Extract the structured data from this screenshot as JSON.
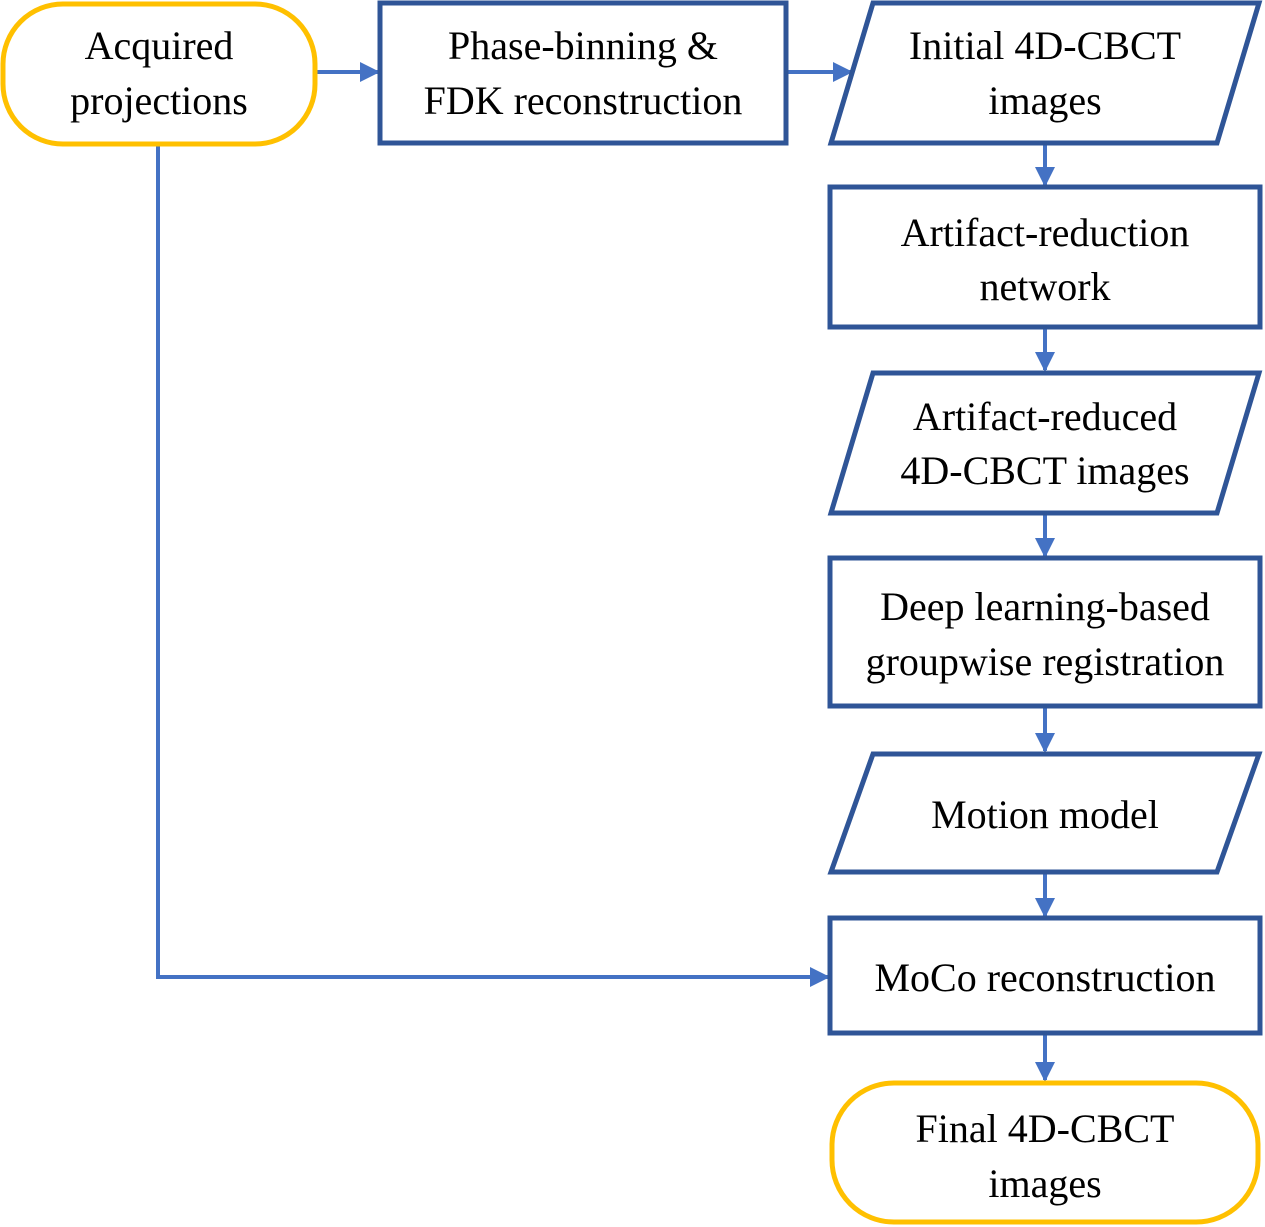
{
  "colors": {
    "terminal_stroke": "#FFC000",
    "process_stroke": "#2F5597",
    "connector": "#4472C4",
    "text": "#000000",
    "background": "#FFFFFF"
  },
  "nodes": {
    "acquired": {
      "shape": "terminal",
      "lines": [
        "Acquired",
        "projections"
      ]
    },
    "phase_binning": {
      "shape": "process",
      "lines": [
        "Phase-binning &",
        "FDK reconstruction"
      ]
    },
    "initial_images": {
      "shape": "data",
      "lines": [
        "Initial 4D-CBCT",
        "images"
      ]
    },
    "artifact_network": {
      "shape": "process",
      "lines": [
        "Artifact-reduction",
        "network"
      ]
    },
    "artifact_reduced": {
      "shape": "data",
      "lines": [
        "Artifact-reduced",
        "4D-CBCT images"
      ]
    },
    "registration": {
      "shape": "process",
      "lines": [
        "Deep learning-based",
        "groupwise registration"
      ]
    },
    "motion_model": {
      "shape": "data",
      "lines": [
        "Motion model"
      ]
    },
    "moco": {
      "shape": "process",
      "lines": [
        "MoCo reconstruction"
      ]
    },
    "final_images": {
      "shape": "terminal",
      "lines": [
        "Final 4D-CBCT",
        "images"
      ]
    }
  },
  "edges": [
    [
      "acquired",
      "phase_binning"
    ],
    [
      "phase_binning",
      "initial_images"
    ],
    [
      "initial_images",
      "artifact_network"
    ],
    [
      "artifact_network",
      "artifact_reduced"
    ],
    [
      "artifact_reduced",
      "registration"
    ],
    [
      "registration",
      "motion_model"
    ],
    [
      "motion_model",
      "moco"
    ],
    [
      "acquired",
      "moco"
    ],
    [
      "moco",
      "final_images"
    ]
  ]
}
